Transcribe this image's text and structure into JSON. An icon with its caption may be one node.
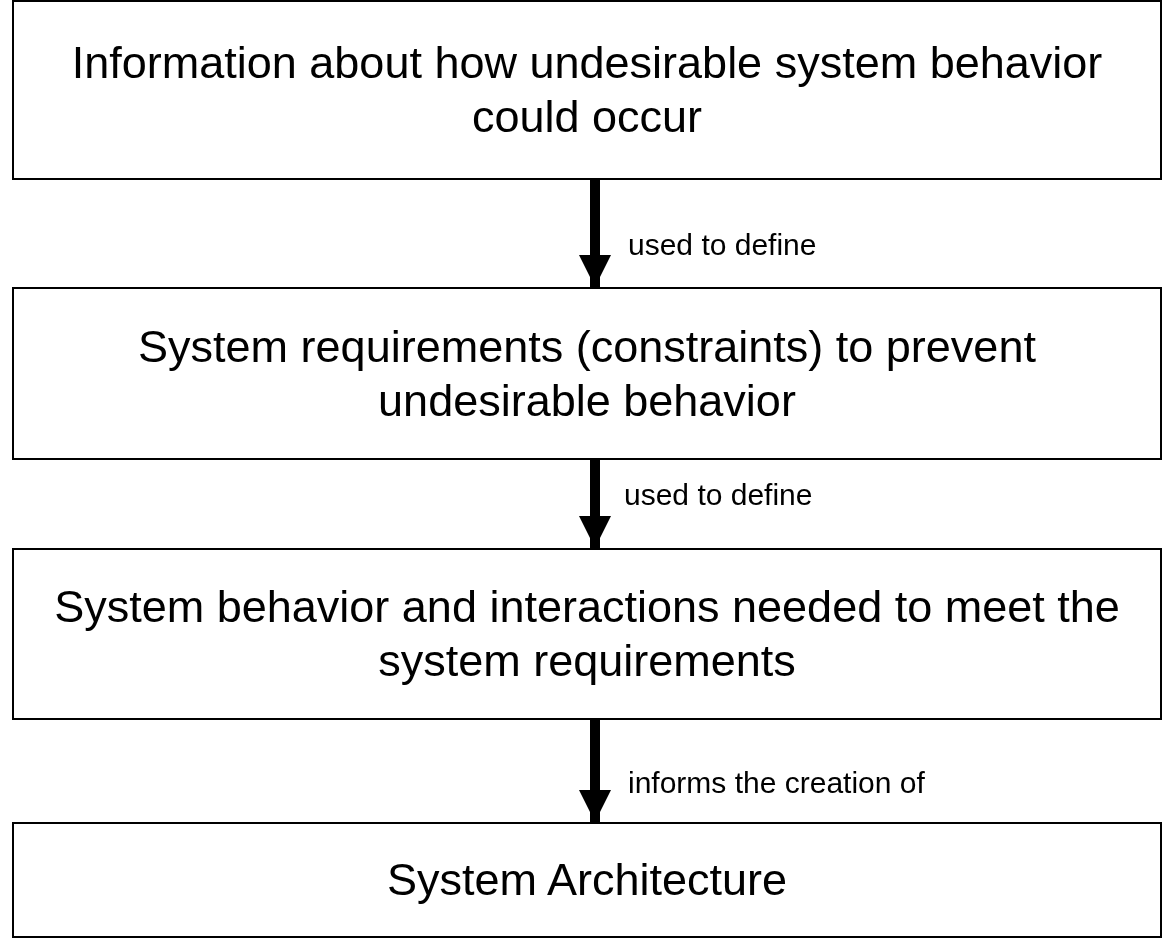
{
  "diagram": {
    "nodes": [
      {
        "text": [
          "Information about how undesirable system behavior could occur"
        ]
      },
      {
        "text": [
          "System requirements (constraints) to prevent undesirable behavior"
        ]
      },
      {
        "text": [
          "System behavior and interactions needed to meet the system requirements"
        ]
      },
      {
        "text": [
          "System Architecture"
        ]
      }
    ],
    "edges": [
      {
        "from": 0,
        "to": 1,
        "arrow": "to",
        "label": "used to define"
      },
      {
        "from": 1,
        "to": 2,
        "arrow": "to",
        "label": "used to define"
      },
      {
        "from": 2,
        "to": 3,
        "arrow": "to",
        "label": "informs the creation of"
      }
    ]
  }
}
